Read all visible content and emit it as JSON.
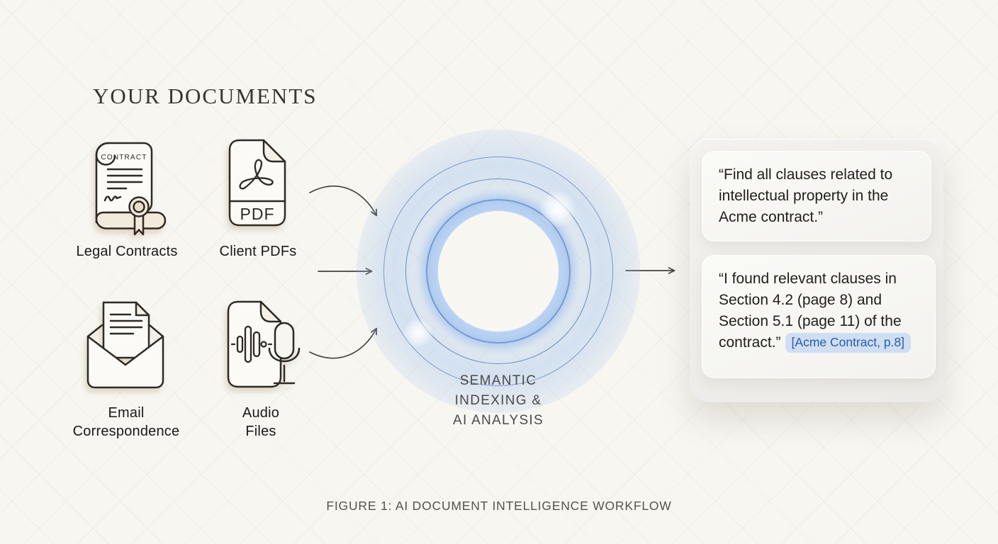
{
  "documents": {
    "title": "YOUR DOCUMENTS",
    "items": [
      {
        "label": "Legal Contracts",
        "icon": "contract-scroll-icon",
        "icon_text": "CONTRACT"
      },
      {
        "label": "Client PDFs",
        "icon": "pdf-file-icon",
        "icon_text": "PDF"
      },
      {
        "label": "Email Correspondence",
        "icon": "email-envelope-icon"
      },
      {
        "label": "Audio Files",
        "icon": "audio-file-icon"
      }
    ]
  },
  "processor": {
    "line1": "SEMANTIC",
    "line2": "INDEXING &",
    "line3": "AI ANALYSIS"
  },
  "chat": {
    "query": "“Find all clauses related to intellectual property in the Acme contract.”",
    "response": "“I found relevant clauses in Section 4.2 (page 8) and Section 5.1 (page 11) of the contract.”",
    "citation": "[Acme Contract, p.8]"
  },
  "caption": {
    "text": "FIGURE 1: AI DOCUMENT INTELLIGENCE WORKFLOW"
  },
  "colors": {
    "background": "#f7f6f1",
    "ring_stroke": "#547cba",
    "ring_glow": "#96baee",
    "icon_stroke": "#2f2a25",
    "icon_shadow": "#b8a586",
    "citation_bg": "#cfdef2",
    "citation_text": "#2a5ba7",
    "body_text": "#21201d"
  }
}
